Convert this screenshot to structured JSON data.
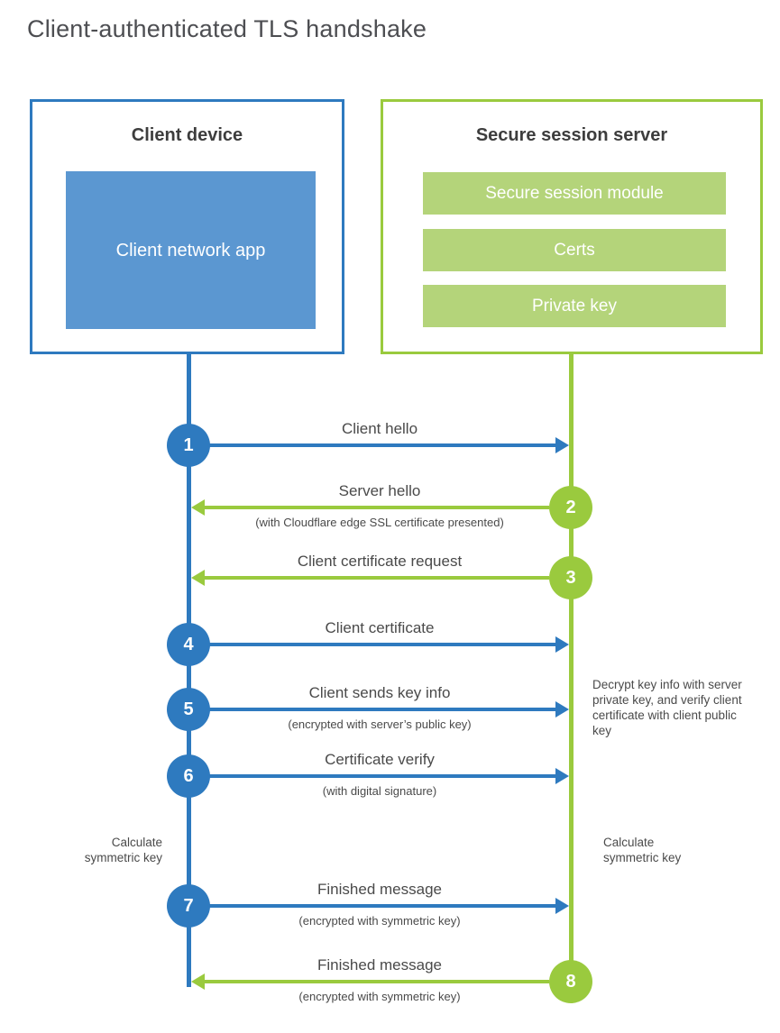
{
  "title": "Client-authenticated TLS handshake",
  "colors": {
    "blue": "#2e7abf",
    "blue_fill": "#5b97d1",
    "green": "#9aca3e",
    "green_fill": "#b4d47a",
    "title": "#4d4e52",
    "heading": "#3d3d3d",
    "text": "#4a4a4a"
  },
  "client_box": {
    "title": "Client device",
    "app_label": "Client network app"
  },
  "server_box": {
    "title": "Secure session server",
    "modules": [
      "Secure session module",
      "Certs",
      "Private key"
    ]
  },
  "steps": [
    {
      "num": "1",
      "label": "Client hello",
      "sub": "",
      "direction": "client-to-server"
    },
    {
      "num": "2",
      "label": "Server hello",
      "sub": "(with Cloudflare edge SSL certificate presented)",
      "direction": "server-to-client"
    },
    {
      "num": "3",
      "label": "Client certificate request",
      "sub": "",
      "direction": "server-to-client"
    },
    {
      "num": "4",
      "label": "Client certificate",
      "sub": "",
      "direction": "client-to-server"
    },
    {
      "num": "5",
      "label": "Client sends key info",
      "sub": "(encrypted with server’s public key)",
      "direction": "client-to-server"
    },
    {
      "num": "6",
      "label": "Certificate verify",
      "sub": "(with digital signature)",
      "direction": "client-to-server"
    },
    {
      "num": "7",
      "label": "Finished message",
      "sub": "(encrypted with symmetric key)",
      "direction": "client-to-server"
    },
    {
      "num": "8",
      "label": "Finished message",
      "sub": "(encrypted with symmetric key)",
      "direction": "server-to-client"
    }
  ],
  "annotations": {
    "decrypt_note": "Decrypt key info with server private key, and verify client certificate with client public key",
    "calc_left": "Calculate symmetric key",
    "calc_right": "Calculate symmetric key"
  }
}
